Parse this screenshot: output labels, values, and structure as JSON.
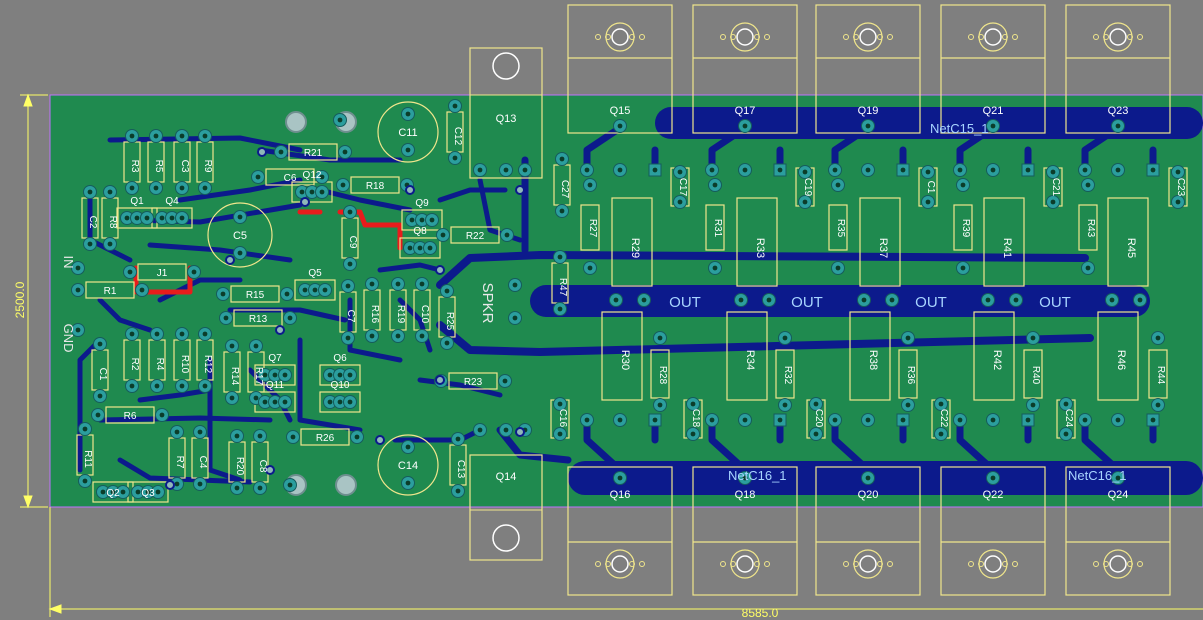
{
  "colors": {
    "background": "#7f7f7f",
    "board": "#1f8a4f",
    "copper": "#0c1a8c",
    "silk": "#f0e68c",
    "pad": "#2b9e9e",
    "red_trace": "#e81c1c",
    "dimension": "#ffff66",
    "net_label": "#a8d4ff"
  },
  "dimensions": {
    "height": "2500.0",
    "width": "8585.0"
  },
  "connectors": {
    "in": "IN",
    "gnd": "GND",
    "spkr": "SPKR",
    "out": "OUT"
  },
  "nets": {
    "c15": "NetC15_1",
    "c16": "NetC16_1"
  },
  "small_components": [
    "R3",
    "R5",
    "C3",
    "R9",
    "R8",
    "C2",
    "Q1",
    "Q4",
    "J1",
    "R1",
    "C1",
    "R2",
    "R4",
    "R10",
    "R12",
    "R6",
    "R11",
    "Q2",
    "Q3",
    "R7",
    "C4",
    "C5",
    "R21",
    "C6",
    "C11",
    "C12",
    "Q12",
    "R18",
    "Q9",
    "Q8",
    "C9",
    "Q5",
    "R15",
    "R13",
    "R22",
    "C7",
    "R16",
    "R19",
    "C10",
    "R25",
    "R14",
    "R17",
    "Q7",
    "Q6",
    "Q11",
    "Q10",
    "R20",
    "C8",
    "R26",
    "R23",
    "C14",
    "C13",
    "Q13",
    "Q14",
    "C27",
    "R47"
  ],
  "output_top": {
    "transistors": [
      "Q15",
      "Q17",
      "Q19",
      "Q21",
      "Q23"
    ],
    "caps": [
      "C17",
      "C19",
      "C1",
      "C21",
      "C23"
    ],
    "small_res": [
      "R27",
      "R31",
      "R35",
      "R39",
      "R43"
    ],
    "big_res": [
      "R29",
      "R33",
      "R37",
      "R41",
      "R45"
    ]
  },
  "output_bottom": {
    "transistors": [
      "Q16",
      "Q18",
      "Q20",
      "Q22",
      "Q24"
    ],
    "caps": [
      "C16",
      "C18",
      "C20",
      "C22",
      "C24"
    ],
    "big_res": [
      "R30",
      "R34",
      "R38",
      "R42",
      "R46"
    ],
    "small_res": [
      "R28",
      "R32",
      "R36",
      "R40",
      "R44"
    ]
  }
}
